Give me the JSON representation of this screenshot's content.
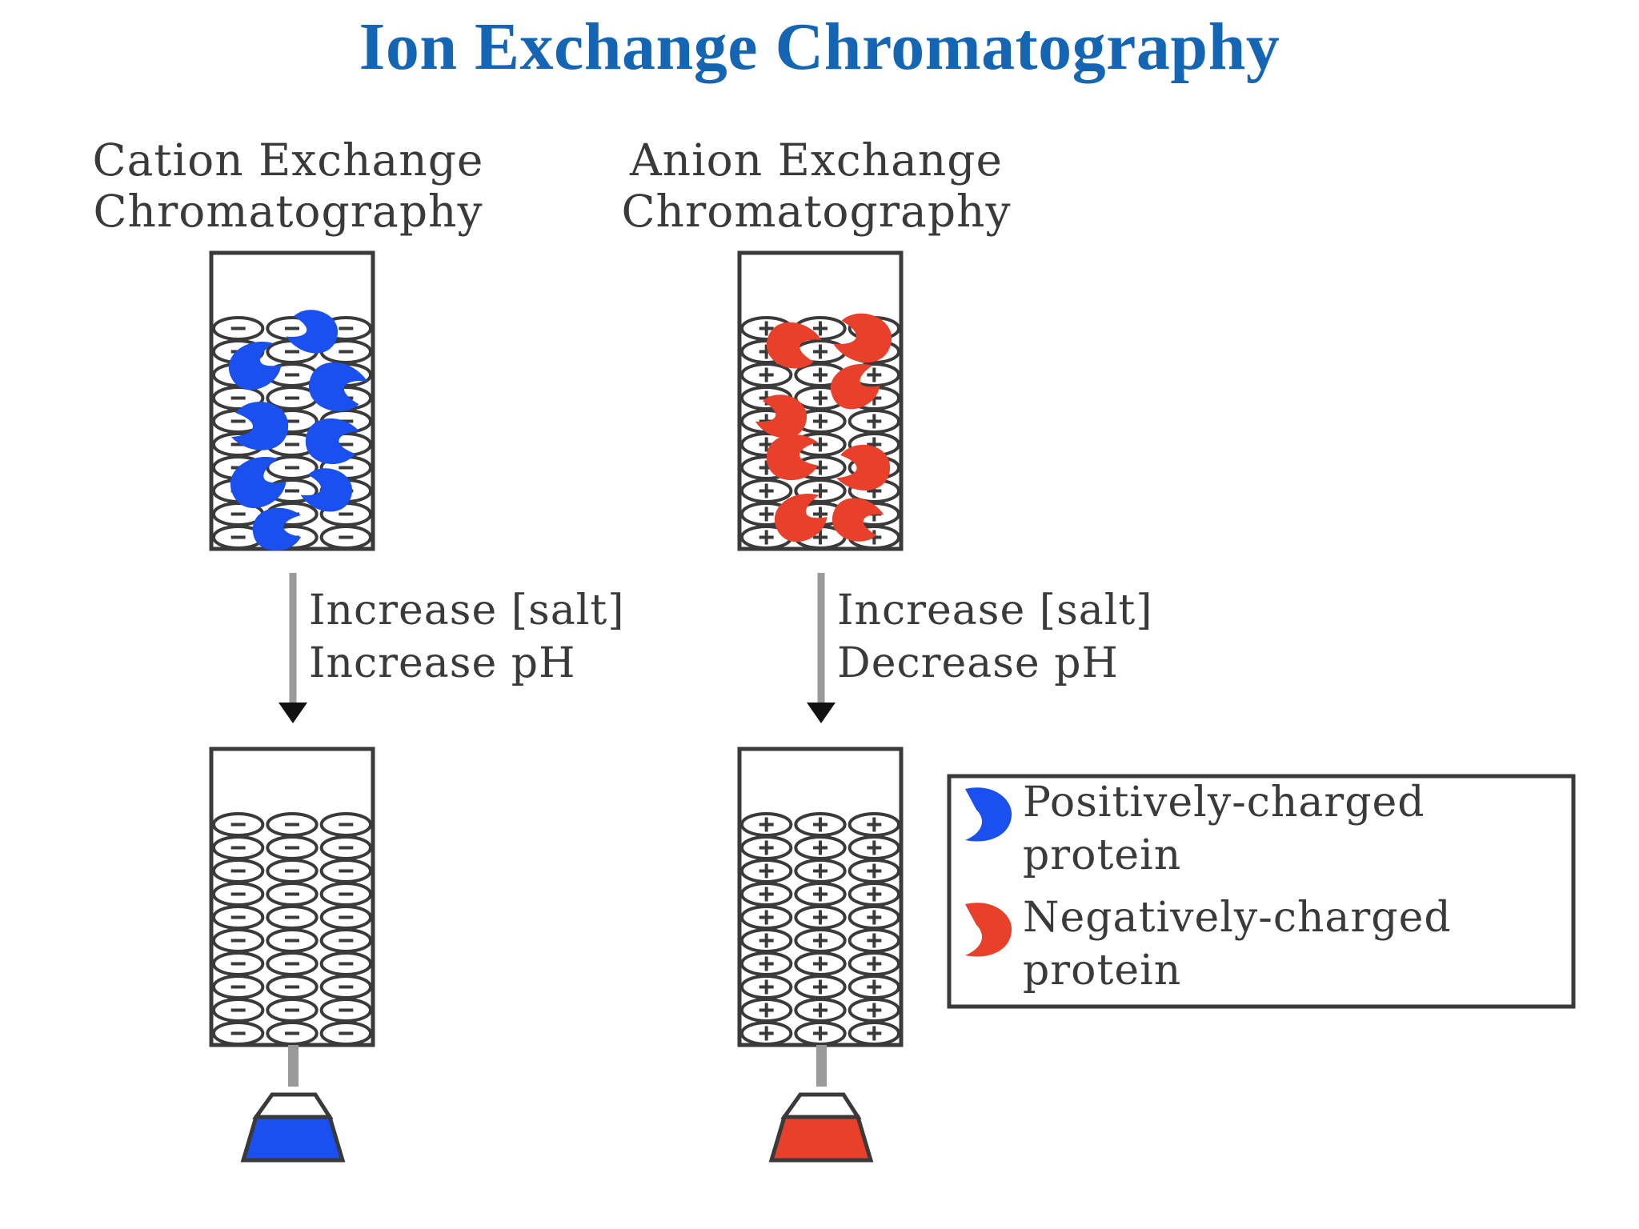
{
  "title": "Ion Exchange Chromatography",
  "colors": {
    "title": "#1565b5",
    "positive_protein": "#1a4ff0",
    "negative_protein": "#e8402a",
    "outline": "#3a3a3a",
    "arrow": "#9a9a9a"
  },
  "cation": {
    "title_line1": "Cation Exchange",
    "title_line2": "Chromatography",
    "bead_sign": "−",
    "step_line1": "Increase [salt]",
    "step_line2": "Increase pH",
    "protein": "positively-charged"
  },
  "anion": {
    "title_line1": "Anion Exchange",
    "title_line2": "Chromatography",
    "bead_sign": "+",
    "step_line1": "Increase [salt]",
    "step_line2": "Decrease pH",
    "protein": "negatively-charged"
  },
  "legend": {
    "positive_line1": "Positively-charged",
    "positive_line2": "protein",
    "negative_line1": "Negatively-charged",
    "negative_line2": "protein"
  }
}
